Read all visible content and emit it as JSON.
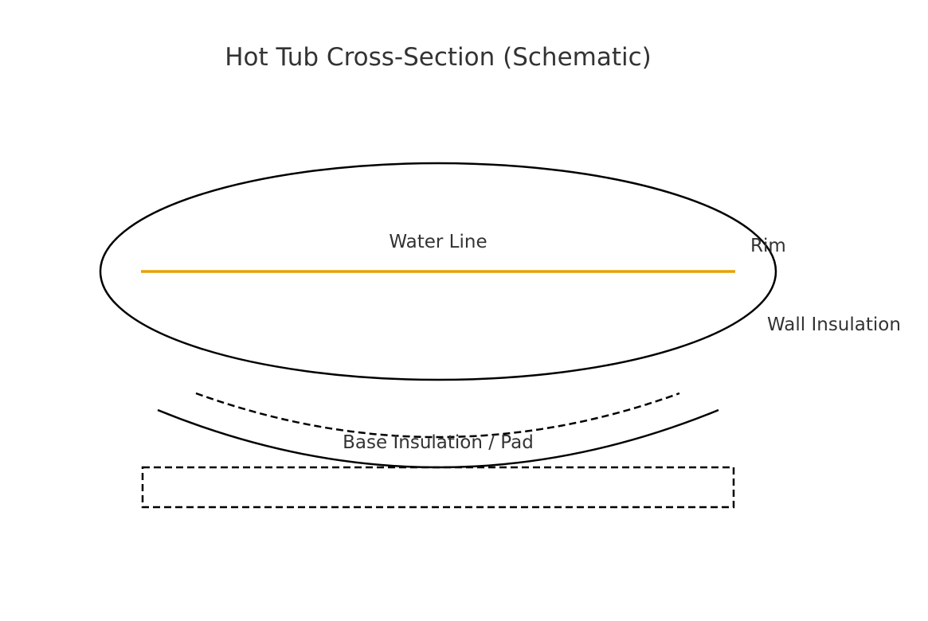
{
  "title": "Hot Tub Cross-Section (Schematic)",
  "labels": {
    "water_line": "Water Line",
    "rim": "Rim",
    "wall_insulation": "Wall Insulation",
    "base_insulation": "Base Insulation / Pad"
  },
  "colors": {
    "water_line": "#e8a000",
    "outline": "#000000",
    "text": "#333333"
  }
}
